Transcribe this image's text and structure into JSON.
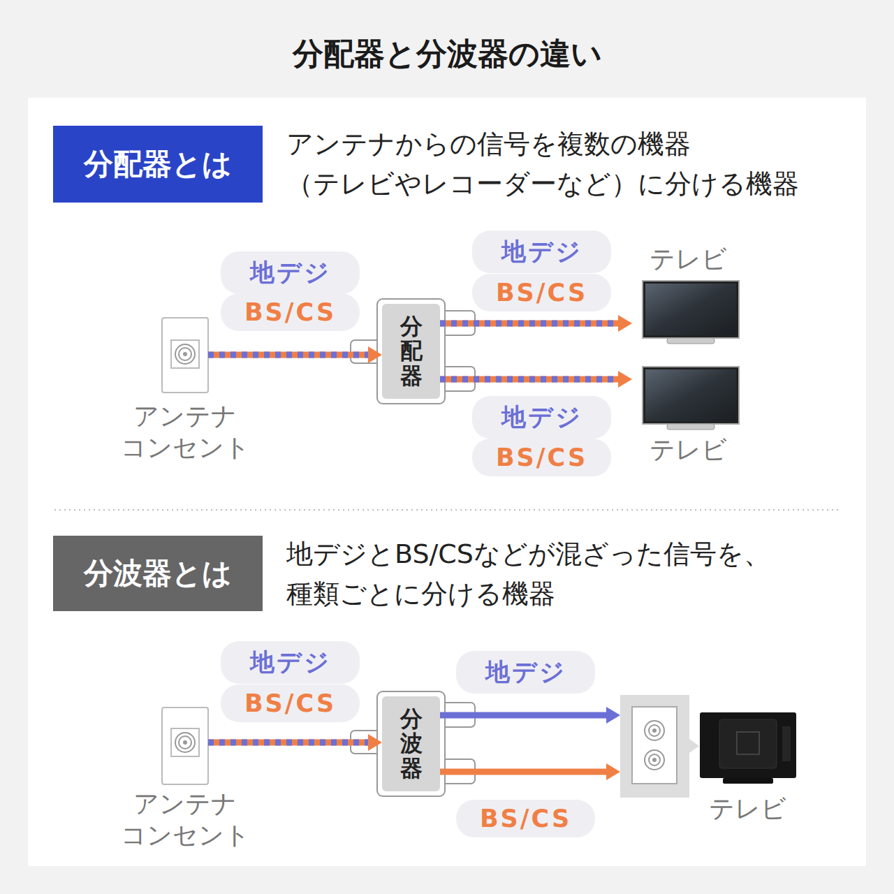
{
  "diagram": {
    "title": "分配器と分波器の違い",
    "nodes": [
      {
        "text": [
          "分配器とは"
        ]
      },
      {
        "text": [
          "地デジ"
        ]
      },
      {
        "text": [
          "BS/CS"
        ]
      },
      {
        "text": [
          "アンテナ コンセント"
        ]
      },
      {
        "text": [
          "分配器"
        ]
      },
      {
        "text": [
          "地デジ"
        ]
      },
      {
        "text": [
          "BS/CS"
        ]
      },
      {
        "text": [
          "テレビ"
        ]
      },
      {
        "text": [
          "テレビ"
        ]
      },
      {
        "text": [
          "地デジ"
        ]
      },
      {
        "text": [
          "BS/CS"
        ]
      },
      {
        "text": [
          "分波器とは"
        ]
      },
      {
        "text": [
          "地デジ"
        ]
      },
      {
        "text": [
          "BS/CS"
        ]
      },
      {
        "text": [
          "アンテナ コンセント"
        ]
      },
      {
        "text": [
          "分波器"
        ]
      },
      {
        "text": [
          "地デジ"
        ]
      },
      {
        "text": [
          "テレビ"
        ]
      },
      {
        "text": [
          "BS/CS"
        ]
      }
    ],
    "edges": [
      {
        "from": 3,
        "to": 4,
        "arrow": "to"
      },
      {
        "from": 4,
        "to": 7,
        "arrow": "to"
      },
      {
        "from": 4,
        "to": 8,
        "arrow": "to"
      },
      {
        "from": 14,
        "to": 15,
        "arrow": "to"
      },
      {
        "from": 15,
        "to": 17,
        "arrow": "to"
      },
      {
        "from": 15,
        "to": 17,
        "arrow": "to"
      }
    ],
    "labels": [
      "アンテナからの信号を複数の機器 （テレビやレコーダーなど）に分ける機器",
      "地デジとBS/CSなどが混ざった信号を、 種類ごとに分ける機器"
    ]
  }
}
